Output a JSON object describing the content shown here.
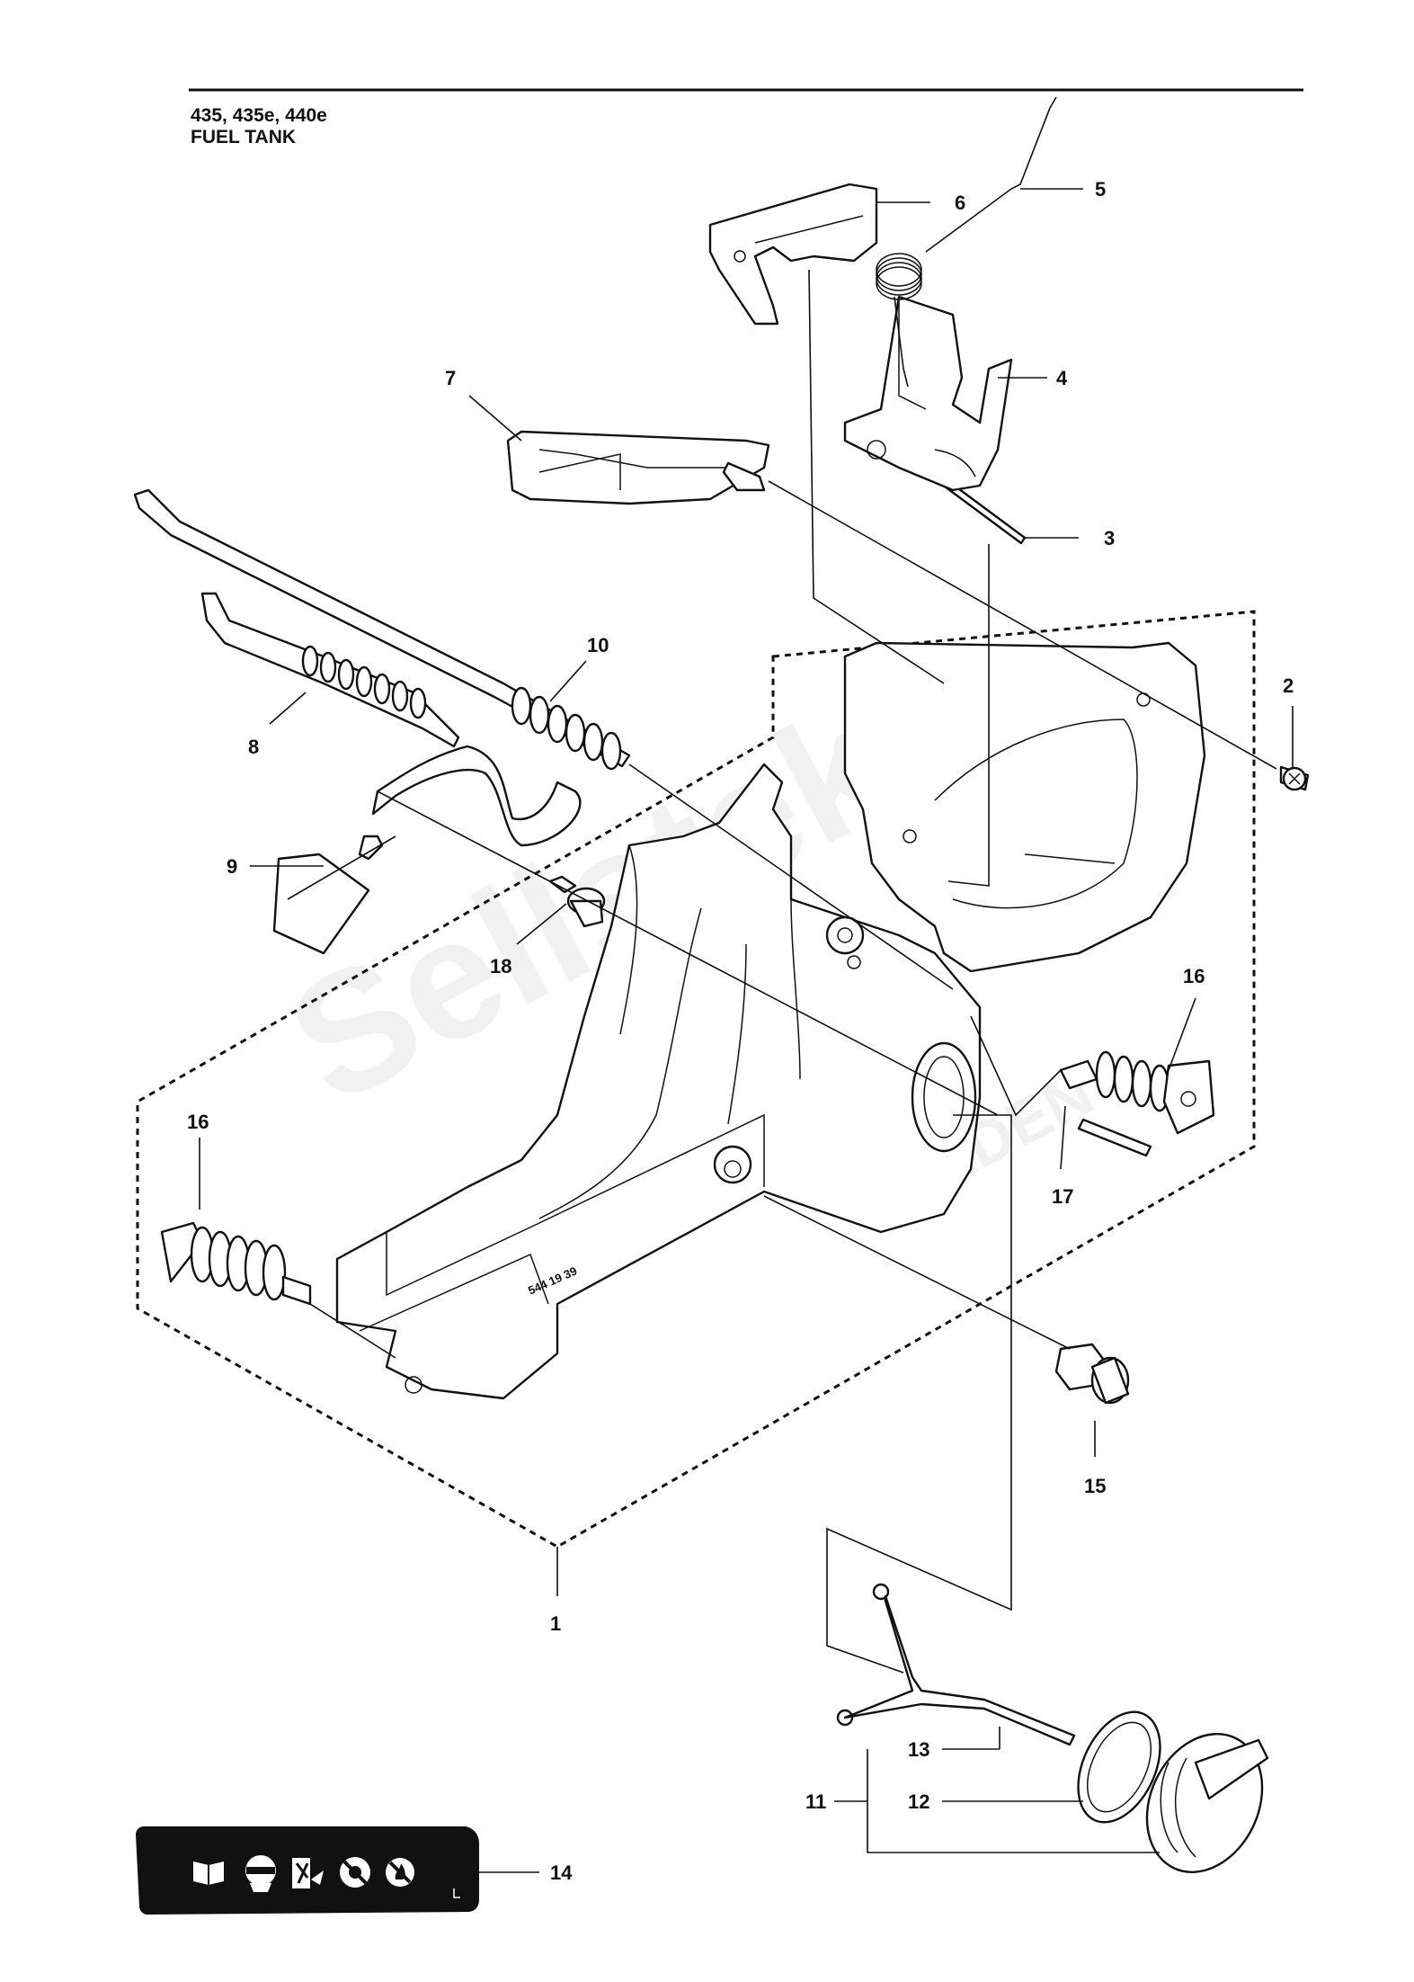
{
  "header": {
    "models": "435, 435e, 440e",
    "section": "FUEL TANK"
  },
  "callouts": [
    {
      "id": "c1",
      "label": "1"
    },
    {
      "id": "c2",
      "label": "2"
    },
    {
      "id": "c3",
      "label": "3"
    },
    {
      "id": "c4",
      "label": "4"
    },
    {
      "id": "c5",
      "label": "5"
    },
    {
      "id": "c6",
      "label": "6"
    },
    {
      "id": "c7",
      "label": "7"
    },
    {
      "id": "c8",
      "label": "8"
    },
    {
      "id": "c9",
      "label": "9"
    },
    {
      "id": "c10",
      "label": "10"
    },
    {
      "id": "c11",
      "label": "11"
    },
    {
      "id": "c12",
      "label": "12"
    },
    {
      "id": "c13",
      "label": "13"
    },
    {
      "id": "c14",
      "label": "14"
    },
    {
      "id": "c15",
      "label": "15"
    },
    {
      "id": "c16a",
      "label": "16"
    },
    {
      "id": "c16b",
      "label": "16"
    },
    {
      "id": "c17",
      "label": "17"
    },
    {
      "id": "c18",
      "label": "18"
    }
  ],
  "tank_marking": "544 19 39",
  "watermark": {
    "brand": "Sellstek",
    "sub": "GARDEN"
  },
  "decal_icons": [
    "manual-book-icon",
    "helmet-icon",
    "kickback-icon",
    "no-one-hand-icon",
    "no-fire-icon"
  ],
  "colors": {
    "line": "#111111",
    "decal": "#111111",
    "background": "#ffffff"
  }
}
